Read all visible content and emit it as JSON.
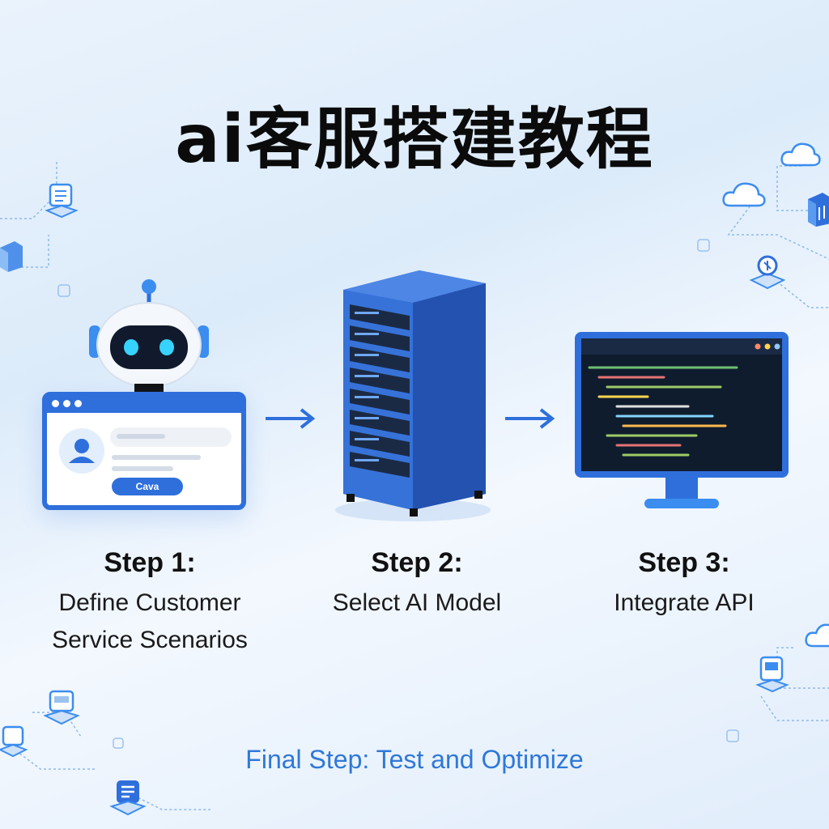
{
  "title": "ai客服搭建教程",
  "steps": [
    {
      "label": "Step 1:",
      "desc_lines": [
        "Define Customer",
        "Service Scenarios"
      ]
    },
    {
      "label": "Step 2:",
      "desc_lines": [
        "Select AI Model"
      ]
    },
    {
      "label": "Step 3:",
      "desc_lines": [
        "Integrate API"
      ]
    }
  ],
  "final_step": "Final Step: Test and Optimize",
  "chat_button_label": "Cava",
  "colors": {
    "primary_blue": "#2f6fdc",
    "accent_blue": "#3b8df0",
    "dark_screen": "#0f1c2e",
    "title_black": "#0b0b0b",
    "final_text": "#2f78d8"
  },
  "icons": [
    "robot-icon",
    "chat-window-icon",
    "user-avatar-icon",
    "server-rack-icon",
    "monitor-icon",
    "arrow-right-icon",
    "cloud-icon",
    "document-icon",
    "cube-icon",
    "location-pin-icon"
  ]
}
